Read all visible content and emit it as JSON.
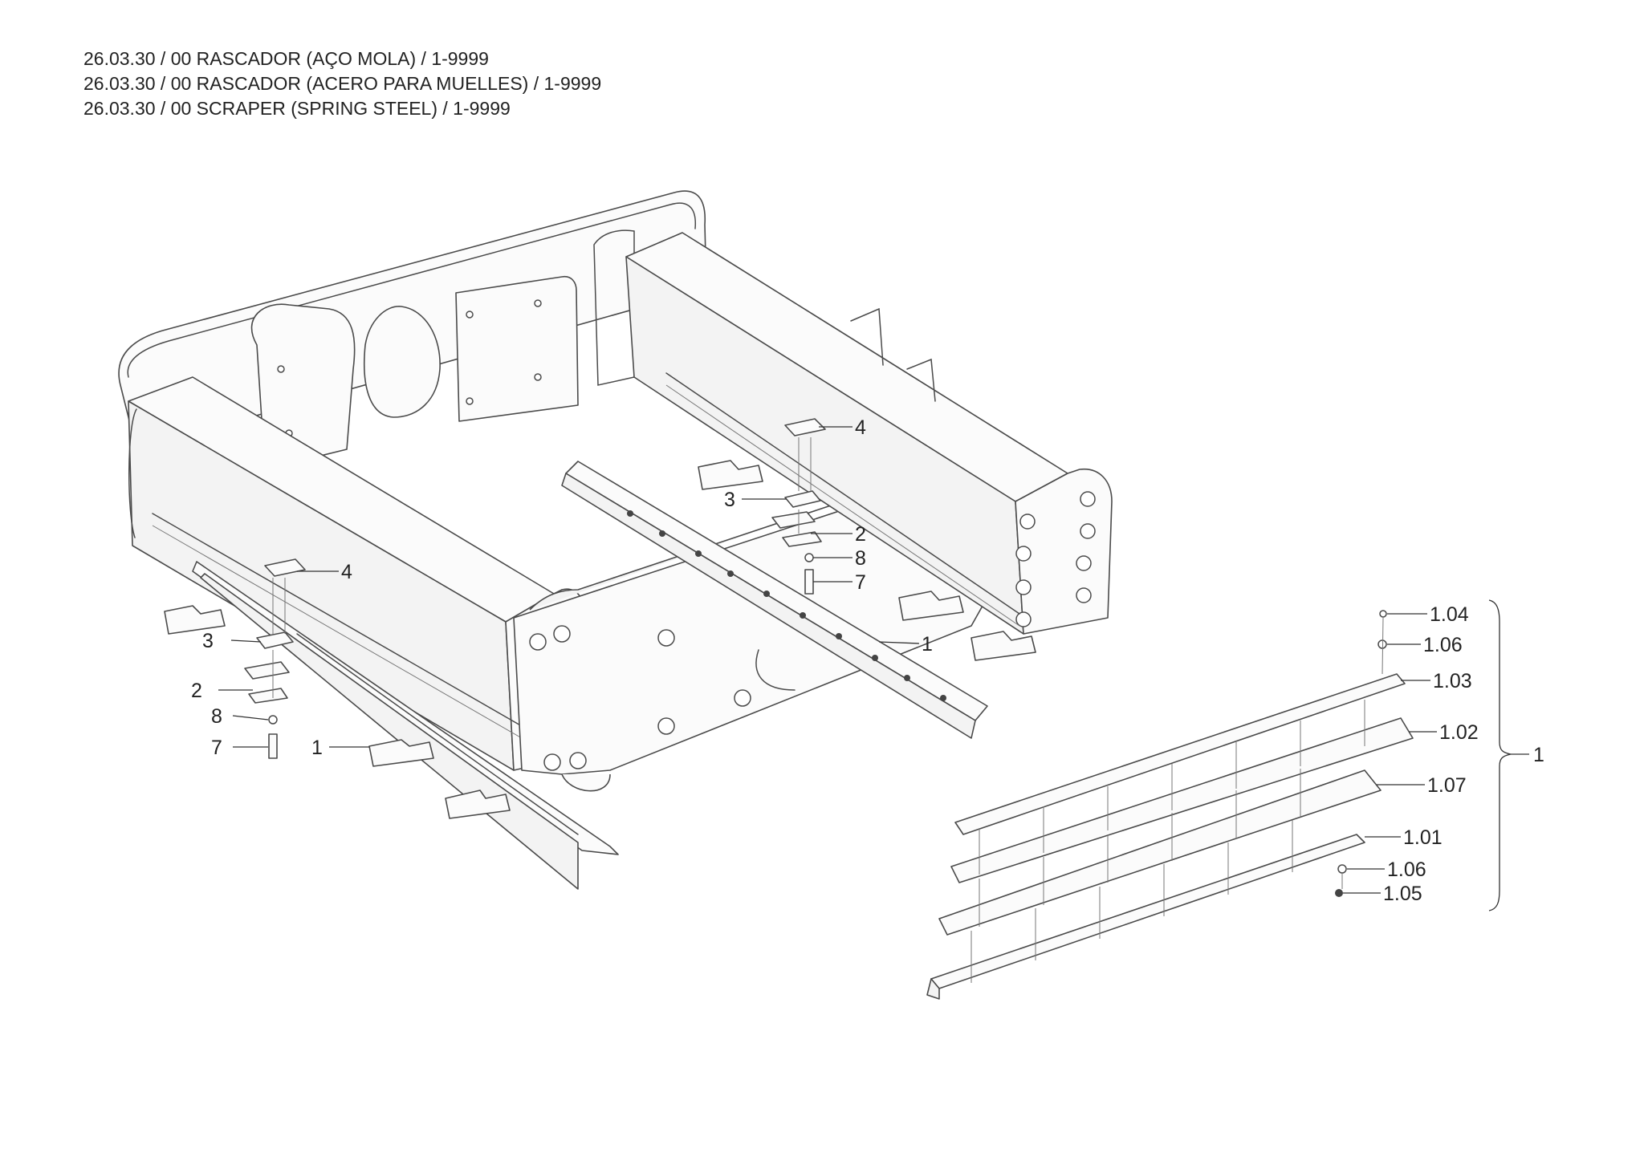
{
  "header": {
    "line1": "26.03.30 / 00 RASCADOR (AÇO MOLA) / 1-9999",
    "line2": "26.03.30 / 00 RASCADOR (ACERO PARA MUELLES) / 1-9999",
    "line3": "26.03.30 / 00 SCRAPER (SPRING STEEL) / 1-9999"
  },
  "callouts": {
    "left": {
      "c4": "4",
      "c3": "3",
      "c2": "2",
      "c8": "8",
      "c7": "7",
      "c1": "1"
    },
    "right": {
      "c4": "4",
      "c3": "3",
      "c2": "2",
      "c8": "8",
      "c7": "7",
      "c1": "1"
    },
    "detail": {
      "p104": "1.04",
      "p106a": "1.06",
      "p103": "1.03",
      "p102": "1.02",
      "p107": "1.07",
      "p101": "1.01",
      "p106b": "1.06",
      "p105": "1.05",
      "group": "1"
    }
  }
}
